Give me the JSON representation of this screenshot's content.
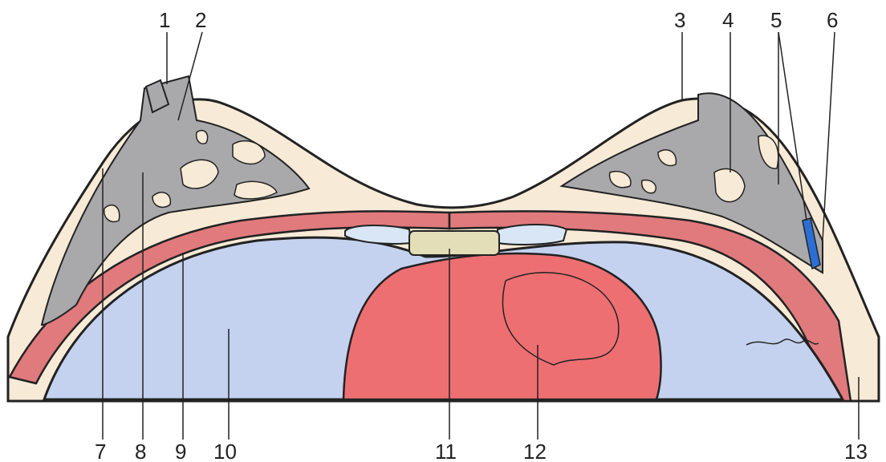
{
  "labels": {
    "l1": "1",
    "l2": "2",
    "l3": "3",
    "l4": "4",
    "l5": "5",
    "l6": "6",
    "l7": "7",
    "l8": "8",
    "l9": "9",
    "l10": "10",
    "l11": "11",
    "l12": "12",
    "l13": "13"
  },
  "colors": {
    "skin_fat": "#f7ead6",
    "gland": "#a9a9ac",
    "muscle": "#e07a7d",
    "lung": "#c4d2ef",
    "heart": "#ee6f72",
    "sternum": "#e3ddb8",
    "cartilage": "#d8e6f5",
    "vessel": "#2b6fd6",
    "outline": "#222222"
  }
}
